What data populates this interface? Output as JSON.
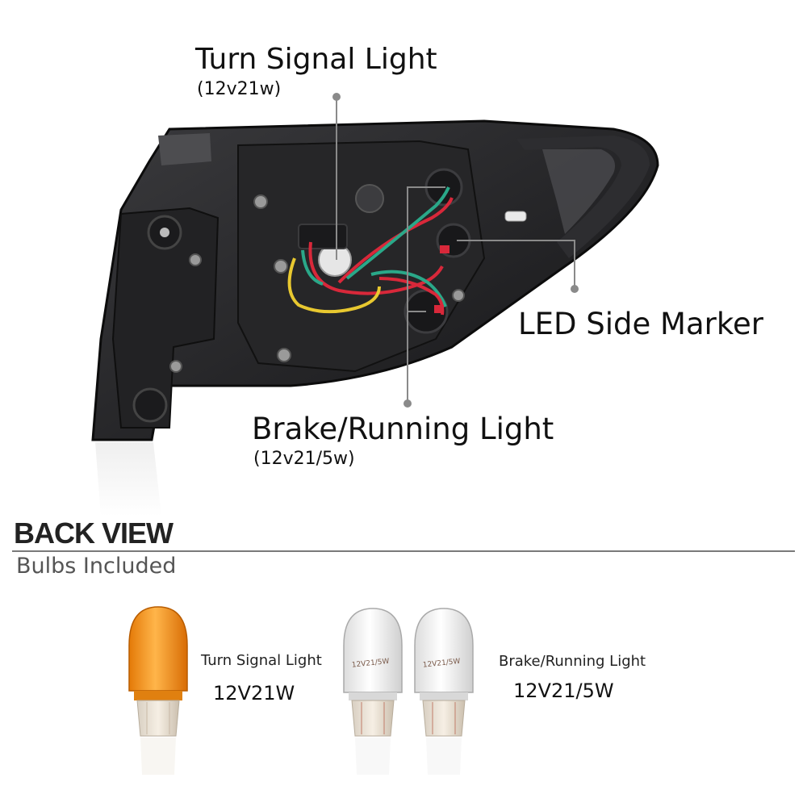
{
  "callouts": {
    "turn_signal": {
      "title": "Turn Signal Light",
      "spec": "(12v21w)"
    },
    "led_side_marker": {
      "title": "LED Side Marker"
    },
    "brake_running": {
      "title": "Brake/Running Light",
      "spec": "(12v21/5w)"
    }
  },
  "section": {
    "heading": "BACK VIEW",
    "subheading": "Bulbs Included"
  },
  "bulbs": [
    {
      "name": "Turn Signal Light",
      "rating": "12V21W",
      "color": "amber"
    },
    {
      "name": "Brake/Running Light",
      "rating": "12V21/5W",
      "color": "clear",
      "count": 2,
      "etched": "12V21/5W"
    }
  ],
  "colors": {
    "housing": "#1c1c1e",
    "amber_bulb": "#f08a12",
    "wire_red": "#d8283a",
    "wire_green": "#2aa889",
    "wire_yellow": "#e8c830",
    "callout_line": "#8a8a8a",
    "rule": "#7a7a7a"
  }
}
